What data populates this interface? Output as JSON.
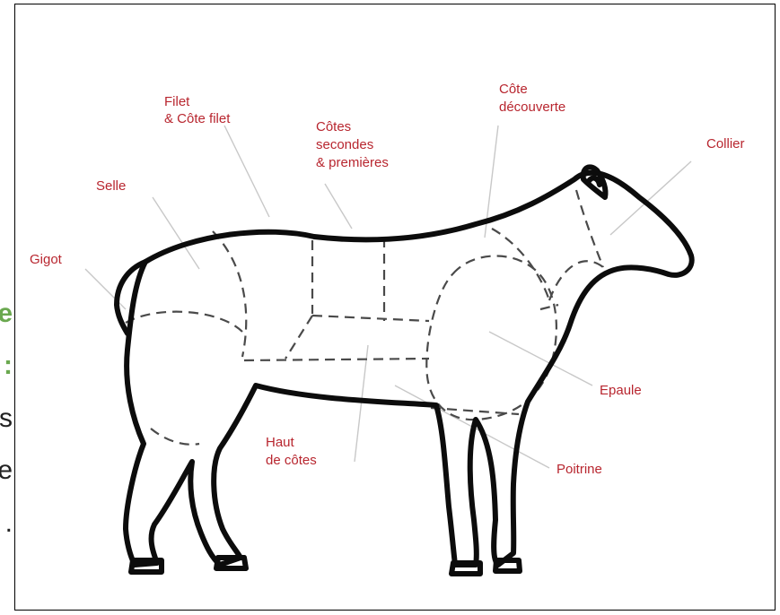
{
  "left_fragments": [
    {
      "text": "e",
      "style": "green"
    },
    {
      "text": ":",
      "style": "green"
    },
    {
      "text": "s",
      "style": "black"
    },
    {
      "text": "e",
      "style": "black"
    },
    {
      "text": ".",
      "style": "black"
    }
  ],
  "labels": {
    "filet": [
      "Filet",
      "& Côte filet"
    ],
    "cotes": [
      "Côtes",
      "secondes",
      "& premières"
    ],
    "cote_decouverte": [
      "Côte",
      "découverte"
    ],
    "collier": "Collier",
    "selle": "Selle",
    "gigot": "Gigot",
    "epaule": "Epaule",
    "haut_de_cotes": [
      "Haut",
      "de côtes"
    ],
    "poitrine": "Poitrine"
  },
  "colors": {
    "label": "#b8262f",
    "outline": "#0c0c0c",
    "accent_green": "#6aa84f"
  }
}
